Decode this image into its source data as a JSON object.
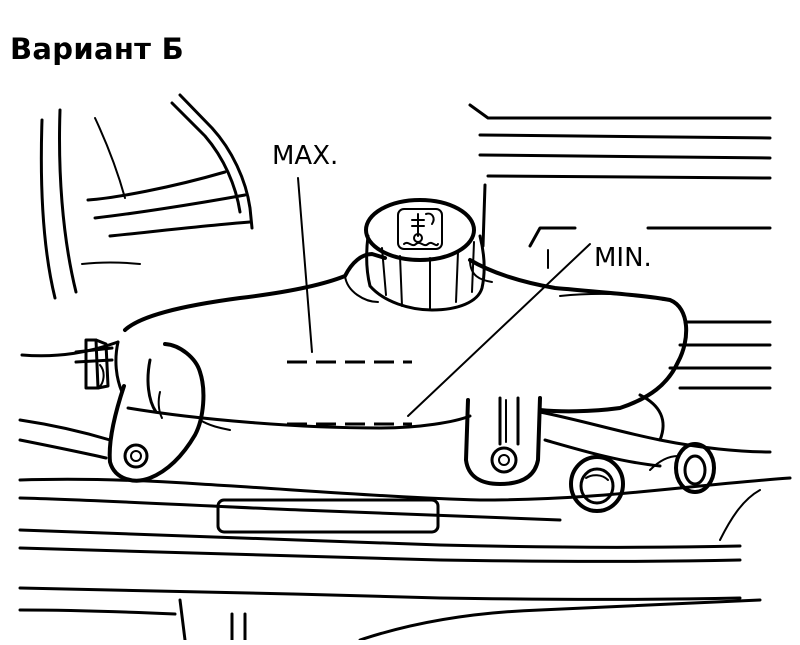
{
  "title": "Вариант Б",
  "labels": {
    "max": "MAX.",
    "min": "MIN."
  },
  "icons": {
    "cap": "coolant-temperature-warning-icon"
  },
  "colors": {
    "ink": "#000000",
    "paper": "#ffffff"
  }
}
